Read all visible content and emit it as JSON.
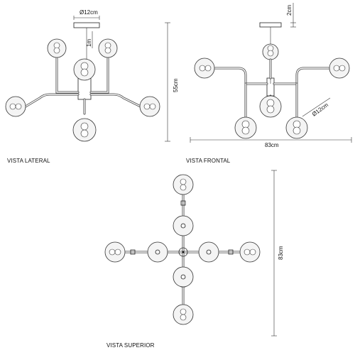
{
  "views": {
    "lateral": "VISTA LATERAL",
    "frontal": "VISTA FRONTAL",
    "superior": "VISTA SUPERIOR"
  },
  "dimensions": {
    "canopy_diameter": "Ø12cm",
    "cable_length": "1m",
    "side_height": "55cm",
    "canopy_height": "2cm",
    "front_width": "83cm",
    "globe_diameter": "Ø12cm",
    "top_height": "83cm"
  }
}
